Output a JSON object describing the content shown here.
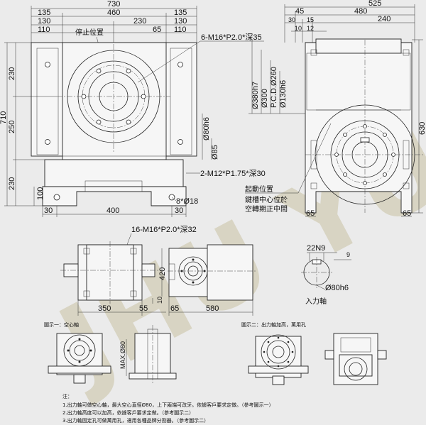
{
  "watermark": "JHU YU",
  "front": {
    "dim_total": "730",
    "dim_135_l": "135",
    "dim_460": "460",
    "dim_135_r": "135",
    "dim_130_l": "130",
    "dim_230": "230",
    "dim_130_r": "130",
    "dim_110_l": "110",
    "dim_65": "65",
    "dim_110_r": "110",
    "stop_pos": "停止位置",
    "thread_top": "6-M16*P2.0*深35",
    "dim_v230_top": "230",
    "dim_v250": "250",
    "dim_v230_bot": "230",
    "dim_v710": "710",
    "dim_80h6": "Ø80h6",
    "dim_85": "Ø85",
    "thread_side": "2-M12*P1.75*深30",
    "dim_100": "100",
    "dim_30_l": "30",
    "dim_400": "400",
    "dim_30_r": "30",
    "holes": "8*Ø18"
  },
  "side": {
    "dim_525": "525",
    "dim_45": "45",
    "dim_480": "480",
    "dim_30": "30",
    "dim_15": "15",
    "dim_240": "240",
    "dim_10": "10",
    "dim_12": "12",
    "dim_380h7": "Ø380h7",
    "dim_300": "Ø300",
    "pcd": "P.C.D.Ø260",
    "dim_130h6": "Ø130h6",
    "dim_630": "630",
    "start_pos": "起動位置",
    "keyway_1": "鍵槽中心位於",
    "keyway_2": "空轉期正中間",
    "dim_65_l": "65",
    "dim_65_r": "65"
  },
  "top": {
    "thread": "16-M16*P2.0*深32",
    "dim_420": "420",
    "dim_350": "350",
    "dim_55": "55",
    "dim_65": "65",
    "dim_580": "580",
    "dim_10": "10"
  },
  "shaft": {
    "key": "22N9",
    "dim_9": "9",
    "dia": "Ø80h6",
    "label": "入力軸"
  },
  "fig1": {
    "caption": "圖示一：空心軸",
    "max": "MAX.Ø80"
  },
  "fig2": {
    "caption": "圖示二：出力軸加高，萬用孔"
  },
  "notes": {
    "title": "注：",
    "n1": "1.出力軸可做空心軸，最大空心直徑Ø80，上下兩端可改牙。依據客戶要求定做。（參考圖示一）",
    "n2": "2.出力軸高度可以加高，依據客戶要求定做。（參考圖示二）",
    "n3": "3.出力軸固定孔可做萬用孔，適用各種品牌分割器。（參考圖示二）"
  }
}
